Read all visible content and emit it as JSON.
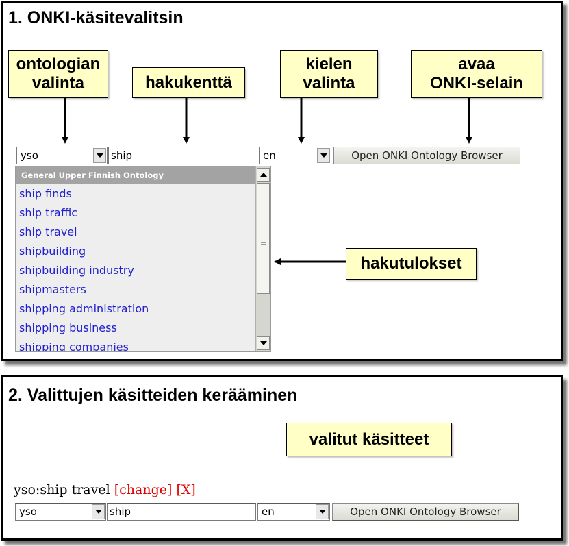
{
  "section1": {
    "title": "1. ONKI-käsitevalitsin",
    "callouts": {
      "ontology": [
        "ontologian",
        "valinta"
      ],
      "search_field": "hakukenttä",
      "language": [
        "kielen",
        "valinta"
      ],
      "browser": [
        "avaa",
        "ONKI-selain"
      ],
      "results": "hakutulokset"
    },
    "widget": {
      "ontology_value": "yso",
      "search_value": "ship",
      "language_value": "en",
      "open_button": "Open ONKI Ontology Browser"
    },
    "results": {
      "group_label": "General Upper Finnish Ontology",
      "items": [
        "ship finds",
        "ship traffic",
        "ship travel",
        "shipbuilding",
        "shipbuilding industry",
        "shipmasters",
        "shipping administration",
        "shipping business",
        "shipping companies"
      ]
    }
  },
  "section2": {
    "title": "2. Valittujen käsitteiden kerääminen",
    "callout": "valitut käsitteet",
    "selected": {
      "concept": "yso:ship travel",
      "change_link": "[change]",
      "remove_link": "[X]"
    },
    "widget": {
      "ontology_value": "yso",
      "search_value": "ship",
      "language_value": "en",
      "open_button": "Open ONKI Ontology Browser"
    }
  },
  "colors": {
    "callout_bg": "#ffffc6",
    "result_link": "#2020d0",
    "selected_link": "#e00000",
    "group_header_bg": "#a3a3a3"
  }
}
